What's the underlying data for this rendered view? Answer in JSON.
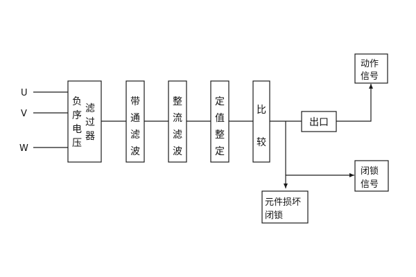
{
  "inputs": {
    "u": "U",
    "v": "V",
    "w": "W"
  },
  "filter": {
    "col1": [
      "负",
      "序",
      "电",
      "压"
    ],
    "col2": [
      "滤",
      "过",
      "器"
    ]
  },
  "bandpass": [
    "带",
    "通",
    "滤",
    "波"
  ],
  "rectifier": [
    "整",
    "流",
    "滤",
    "波"
  ],
  "setting": [
    "定",
    "值",
    "整",
    "定"
  ],
  "compare": [
    "比",
    "较"
  ],
  "exit": "出口",
  "action_signal": {
    "line1": "动作",
    "line2": "信号"
  },
  "lock_signal": {
    "line1": "闭锁",
    "line2": "信号"
  },
  "damage_lock": {
    "line1": "元件损坏",
    "line2": "闭锁"
  },
  "colors": {
    "stroke": "#1a1a1a",
    "text": "#111111",
    "background": "#ffffff"
  }
}
